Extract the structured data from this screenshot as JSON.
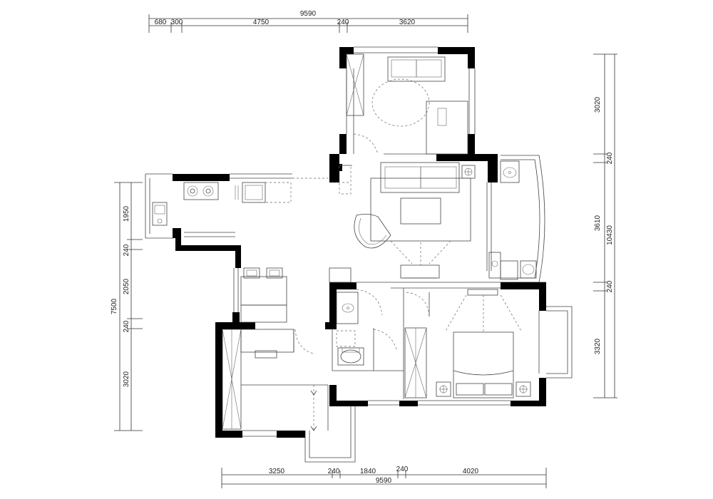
{
  "dimensions": {
    "top_total": "9590",
    "top_segments": [
      "680",
      "300",
      "4750",
      "240",
      "3620"
    ],
    "bottom_total": "9590",
    "bottom_segments": [
      "3250",
      "240",
      "1840",
      "240",
      "4020"
    ],
    "left_total": "7500",
    "left_segments": [
      "1950",
      "240",
      "2050",
      "240",
      "3020"
    ],
    "right_total": "10430",
    "right_segments": [
      "3020",
      "240",
      "3610",
      "240",
      "3320"
    ]
  },
  "colors": {
    "wall": "#000000",
    "line": "#444444"
  }
}
